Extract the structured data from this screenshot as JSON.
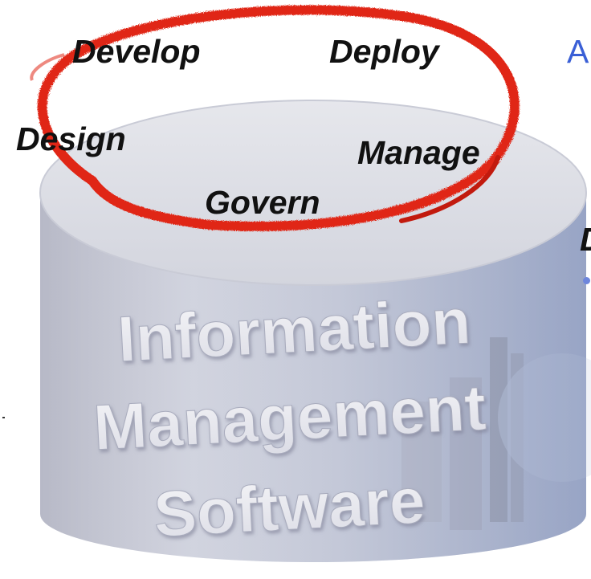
{
  "phases": {
    "develop": "Develop",
    "deploy": "Deploy",
    "design": "Design",
    "manage": "Manage",
    "govern": "Govern"
  },
  "cylinder_text": {
    "line1": "Information",
    "line2": "Management",
    "line3": "Software"
  },
  "edge_text": {
    "a": "A",
    "d": "D"
  },
  "colors": {
    "ring": "#e02818",
    "cylinder_top": "#e2e2e8",
    "cylinder_body": "#c6c8d6",
    "edge_a": "#3a5fd6",
    "bullet": "#6e86dc"
  },
  "icons": {
    "ring": "lifecycle-ring",
    "bullet": "bullet-dot"
  }
}
